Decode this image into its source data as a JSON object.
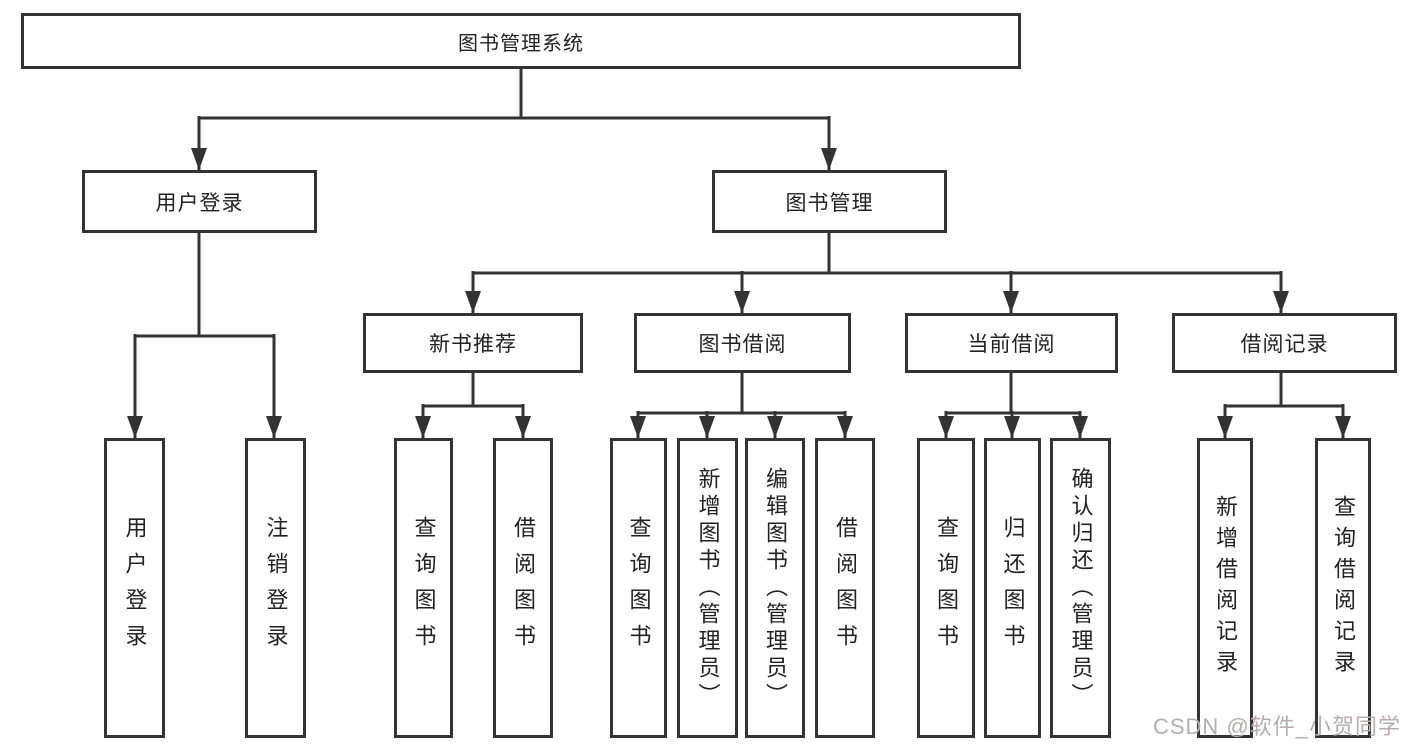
{
  "diagram_title": "图书管理系统",
  "level2": {
    "left": "用户登录",
    "right": "图书管理"
  },
  "level3": [
    "新书推荐",
    "图书借阅",
    "当前借阅",
    "借阅记录"
  ],
  "leaves": {
    "user_login": [
      "用户登录",
      "注销登录"
    ],
    "new_book": [
      "查询图书",
      "借阅图书"
    ],
    "book_borrow": [
      "查询图书",
      "新增图书（管理员）",
      "编辑图书（管理员）",
      "借阅图书"
    ],
    "current_borrow": [
      "查询图书",
      "归还图书",
      "确认归还（管理员）"
    ],
    "borrow_record": [
      "新增借阅记录",
      "查询借阅记录"
    ]
  },
  "watermark": {
    "text": "CSDN @软件_小贺同学"
  },
  "colors": {
    "line": "#333333",
    "text": "#222222",
    "background": "#ffffff",
    "watermark": "#b9acae"
  }
}
